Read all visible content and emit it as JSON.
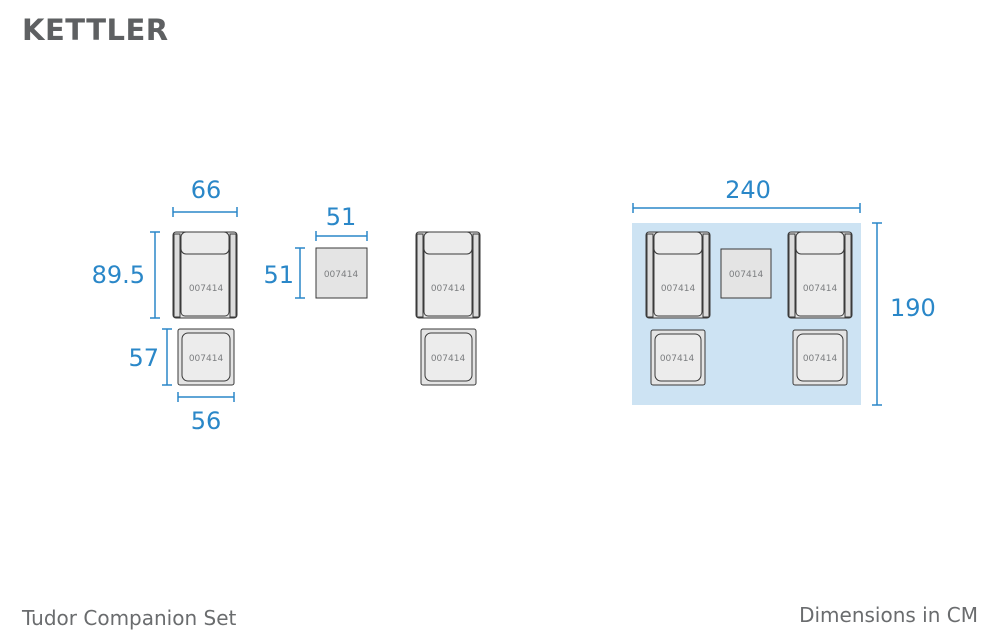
{
  "brand": "KETTLER",
  "footer": {
    "product": "Tudor Companion Set",
    "units": "Dimensions in CM"
  },
  "colors": {
    "dimension": "#2a87c8",
    "layout_area": "#cde3f3",
    "brand": "#5e6062"
  },
  "product_code": "007414",
  "dimensions": {
    "chair_width": "66",
    "chair_depth": "89.5",
    "stool_depth": "57",
    "stool_width": "56",
    "table_width": "51",
    "table_depth": "51",
    "set_width": "240",
    "set_depth": "190"
  }
}
